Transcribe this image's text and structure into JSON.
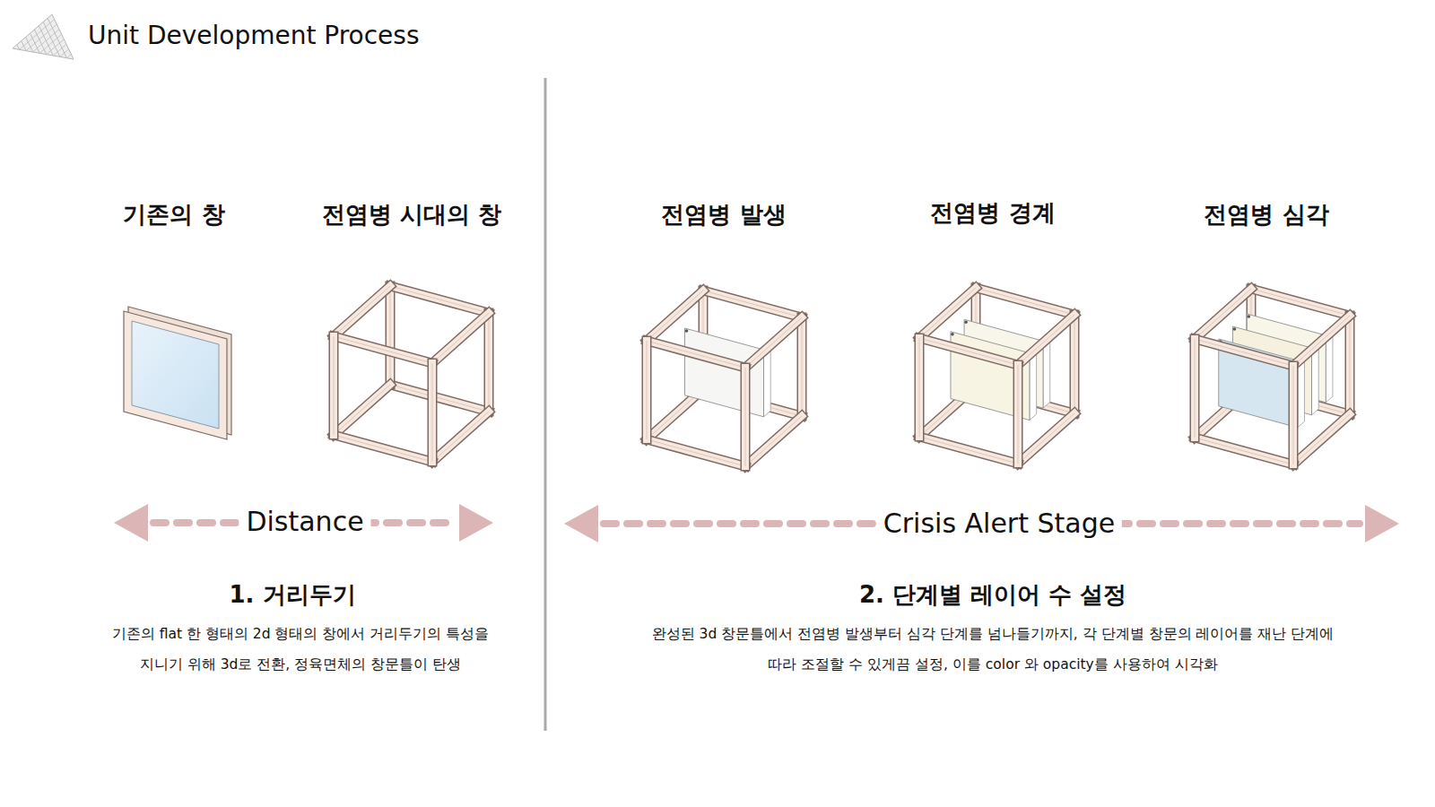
{
  "diagram": {
    "title": "Unit Development Process",
    "labels": [
      "기존의 창",
      "전염병 시대의 창",
      "전염병 발생",
      "전염병 경계",
      "전염병 심각",
      "Distance",
      "Crisis Alert Stage",
      "1. 거리두기",
      "기존의 flat 한 형태의 2d 형태의 창에서 거리두기의 특성을 지니기 위해 3d로 전환, 정육면체의 창문틀이 탄생",
      "2. 단계별 레이어 수 설정",
      "완성된 3d 창문틀에서 전염병 발생부터 심각 단계를 넘나들기까지, 각 단계별 창문의 레이어를 재난 단계에 따라 조절할 수 있게끔 설정, 이를 color 와 opacity를 사용하여 시각화"
    ]
  }
}
